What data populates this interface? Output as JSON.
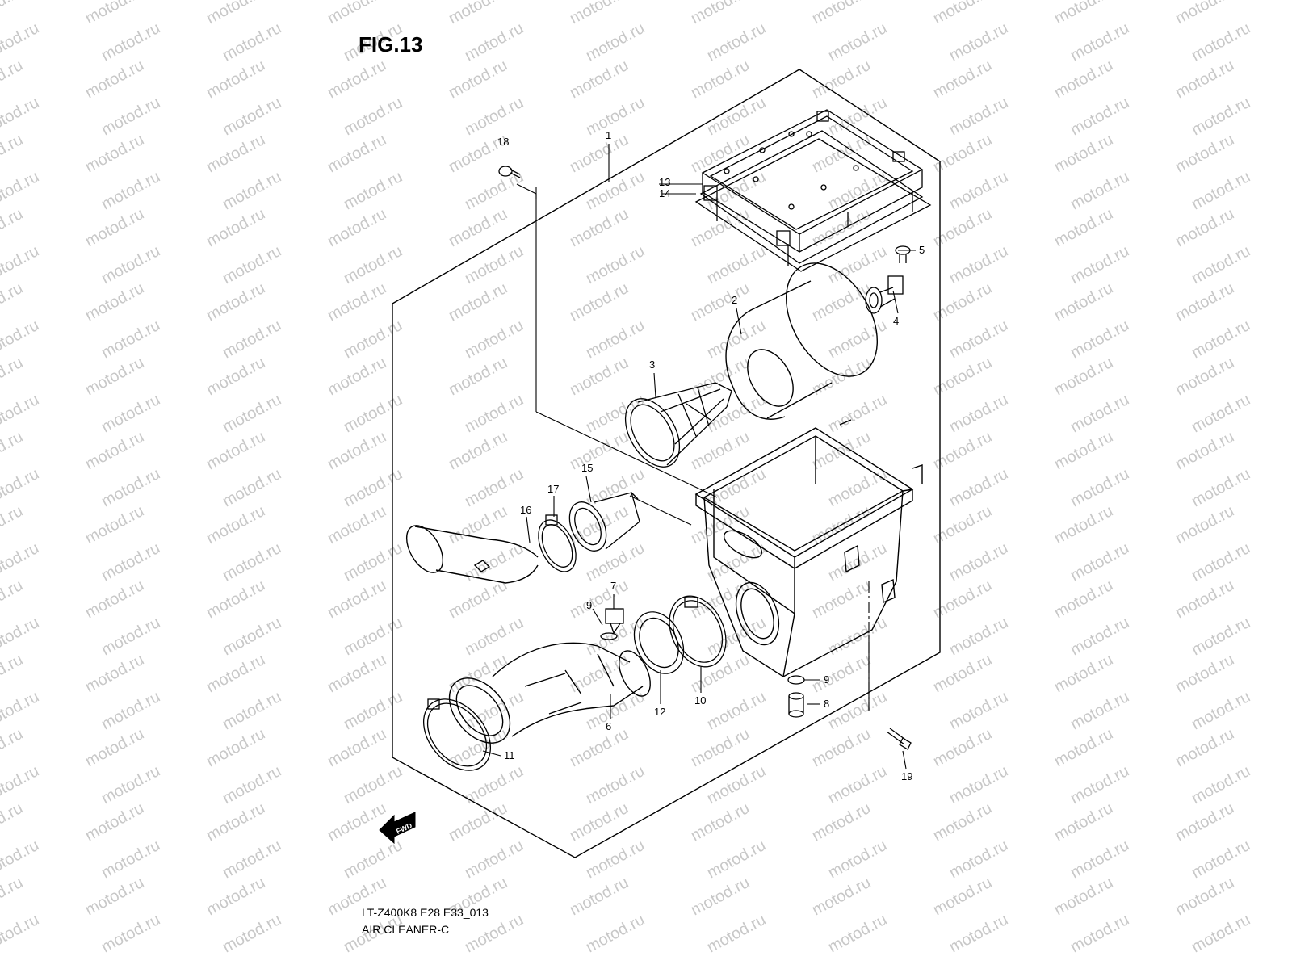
{
  "figure": {
    "title": "FIG.13",
    "model_code": "LT-Z400K8 E28 E33_013",
    "section_name": "AIR CLEANER-C",
    "fwd_label": "FWD",
    "watermark_text": "motod.ru"
  },
  "callouts": [
    {
      "id": "p1",
      "label": "1"
    },
    {
      "id": "p2",
      "label": "2"
    },
    {
      "id": "p3",
      "label": "3"
    },
    {
      "id": "p4",
      "label": "4"
    },
    {
      "id": "p5",
      "label": "5"
    },
    {
      "id": "p6",
      "label": "6"
    },
    {
      "id": "p7",
      "label": "7"
    },
    {
      "id": "p8",
      "label": "8"
    },
    {
      "id": "p9a",
      "label": "9"
    },
    {
      "id": "p9b",
      "label": "9"
    },
    {
      "id": "p10",
      "label": "10"
    },
    {
      "id": "p11",
      "label": "11"
    },
    {
      "id": "p12",
      "label": "12"
    },
    {
      "id": "p13",
      "label": "13"
    },
    {
      "id": "p14",
      "label": "14"
    },
    {
      "id": "p15",
      "label": "15"
    },
    {
      "id": "p16",
      "label": "16"
    },
    {
      "id": "p17",
      "label": "17"
    },
    {
      "id": "p18",
      "label": "18"
    },
    {
      "id": "p19",
      "label": "19"
    }
  ],
  "colors": {
    "line": "#000000",
    "watermark": "#c8c8c8",
    "background": "#ffffff"
  }
}
